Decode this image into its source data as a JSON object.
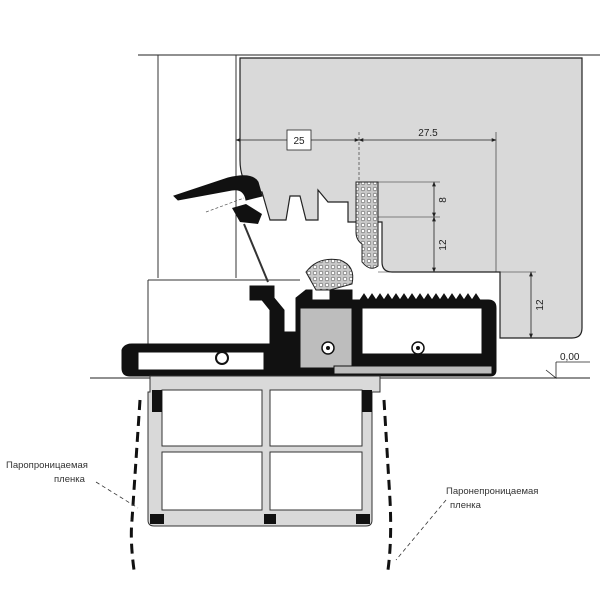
{
  "dimensions": {
    "d25": "25",
    "d27_5": "27.5",
    "d8": "8",
    "d12_inner": "12",
    "d12_outer": "12",
    "level": "0,00"
  },
  "labels": {
    "left_line1": "Паропроницаемая",
    "left_line2": "пленка",
    "right_line1": "Паронепроницаемая",
    "right_line2": "пленка"
  },
  "colors": {
    "sash_fill": "#d9d9d9",
    "profile_fill": "#111111",
    "seal_fill": "#bdbdbd",
    "line": "#222222",
    "background": "#ffffff"
  }
}
